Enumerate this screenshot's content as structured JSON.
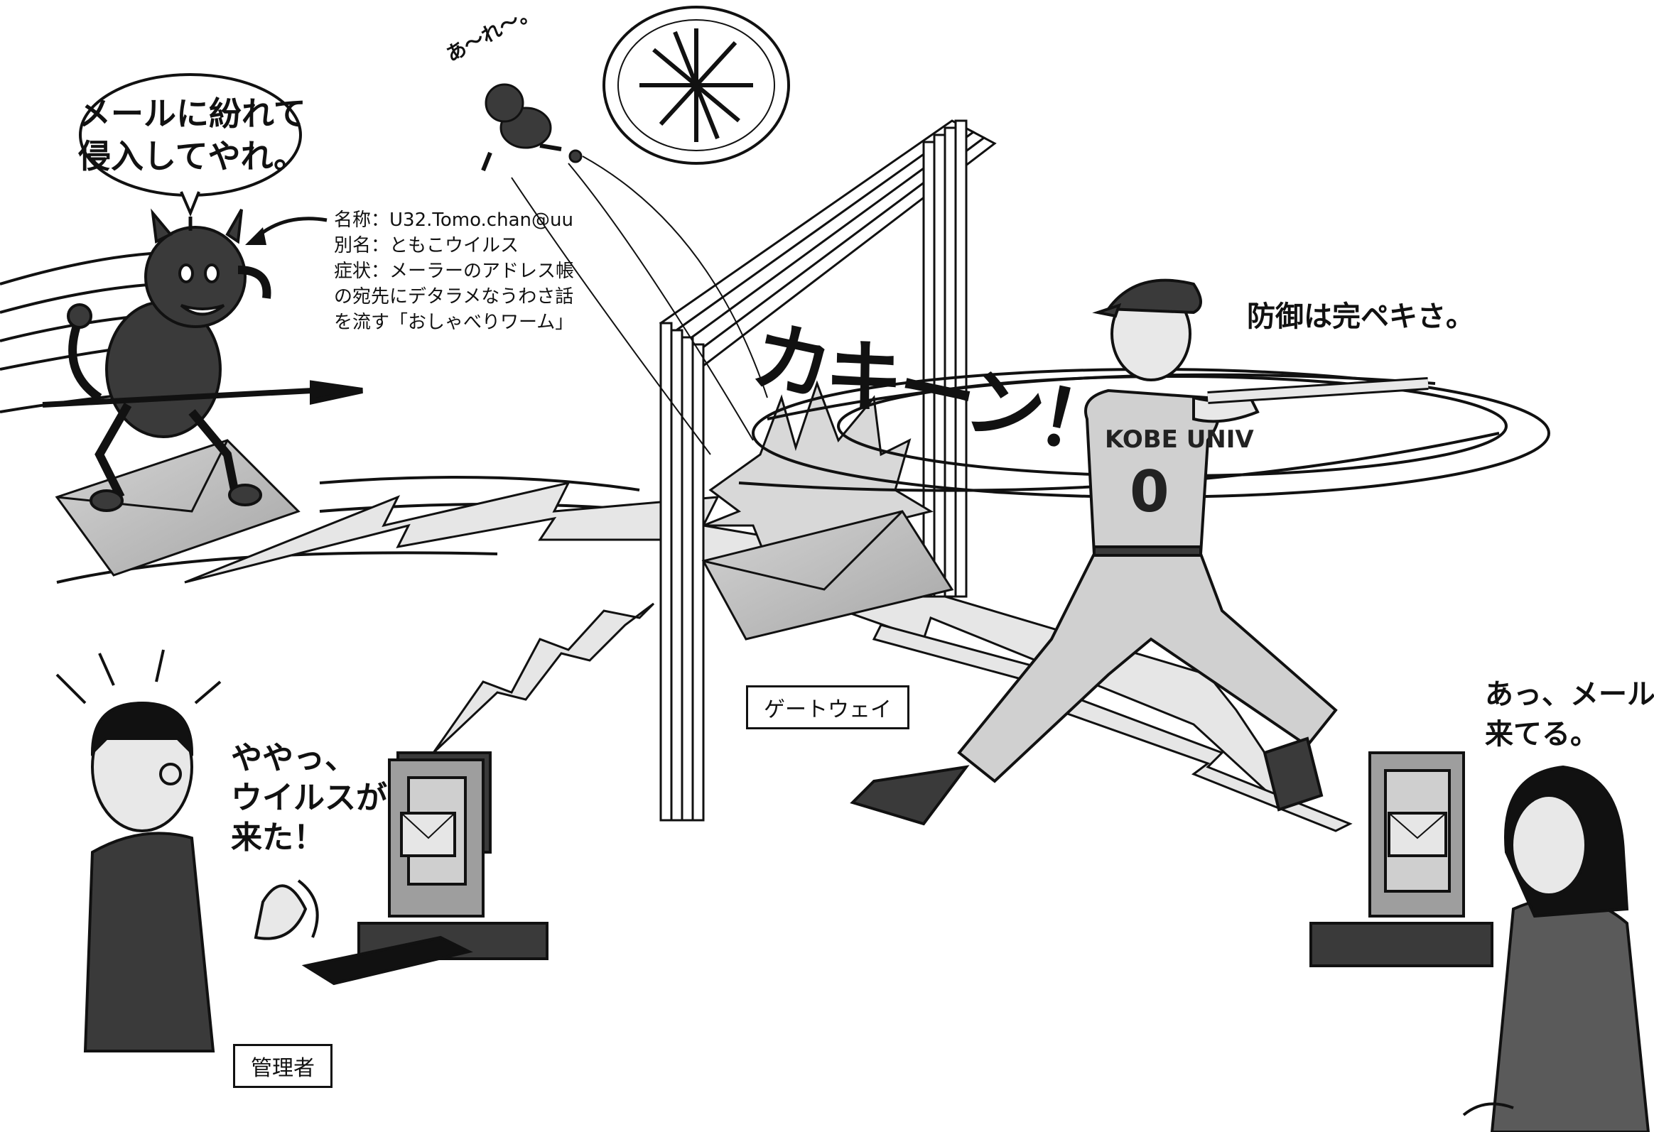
{
  "devil": {
    "speech": [
      "メールに紛れて",
      "侵入してやれ。"
    ],
    "info": [
      "名称：U32.Tomo.chan@uu",
      "別名：ともこウイルス",
      "症状：メーラーのアドレス帳",
      "の宛先にデタラメなうわさ話",
      "を流す「おしゃべりワーム」"
    ]
  },
  "small_bug": {
    "speech": "あ〜れ〜。"
  },
  "batter": {
    "speech": "防御は完ペキさ。",
    "jersey_text": "KOBE UNIV",
    "jersey_number": "0",
    "sound_effect": "カキーン！"
  },
  "gateway": {
    "label": "ゲートウェイ"
  },
  "admin": {
    "speech": [
      "ややっ、",
      "ウイルスが",
      "来た！"
    ],
    "label": "管理者"
  },
  "user": {
    "speech": [
      "あっ、メールが",
      "来てる。"
    ]
  },
  "colors": {
    "envelope": "#bdbdbd",
    "dark_fill": "#3a3a3a",
    "mid_fill": "#9e9e9e",
    "outline": "#111111"
  }
}
